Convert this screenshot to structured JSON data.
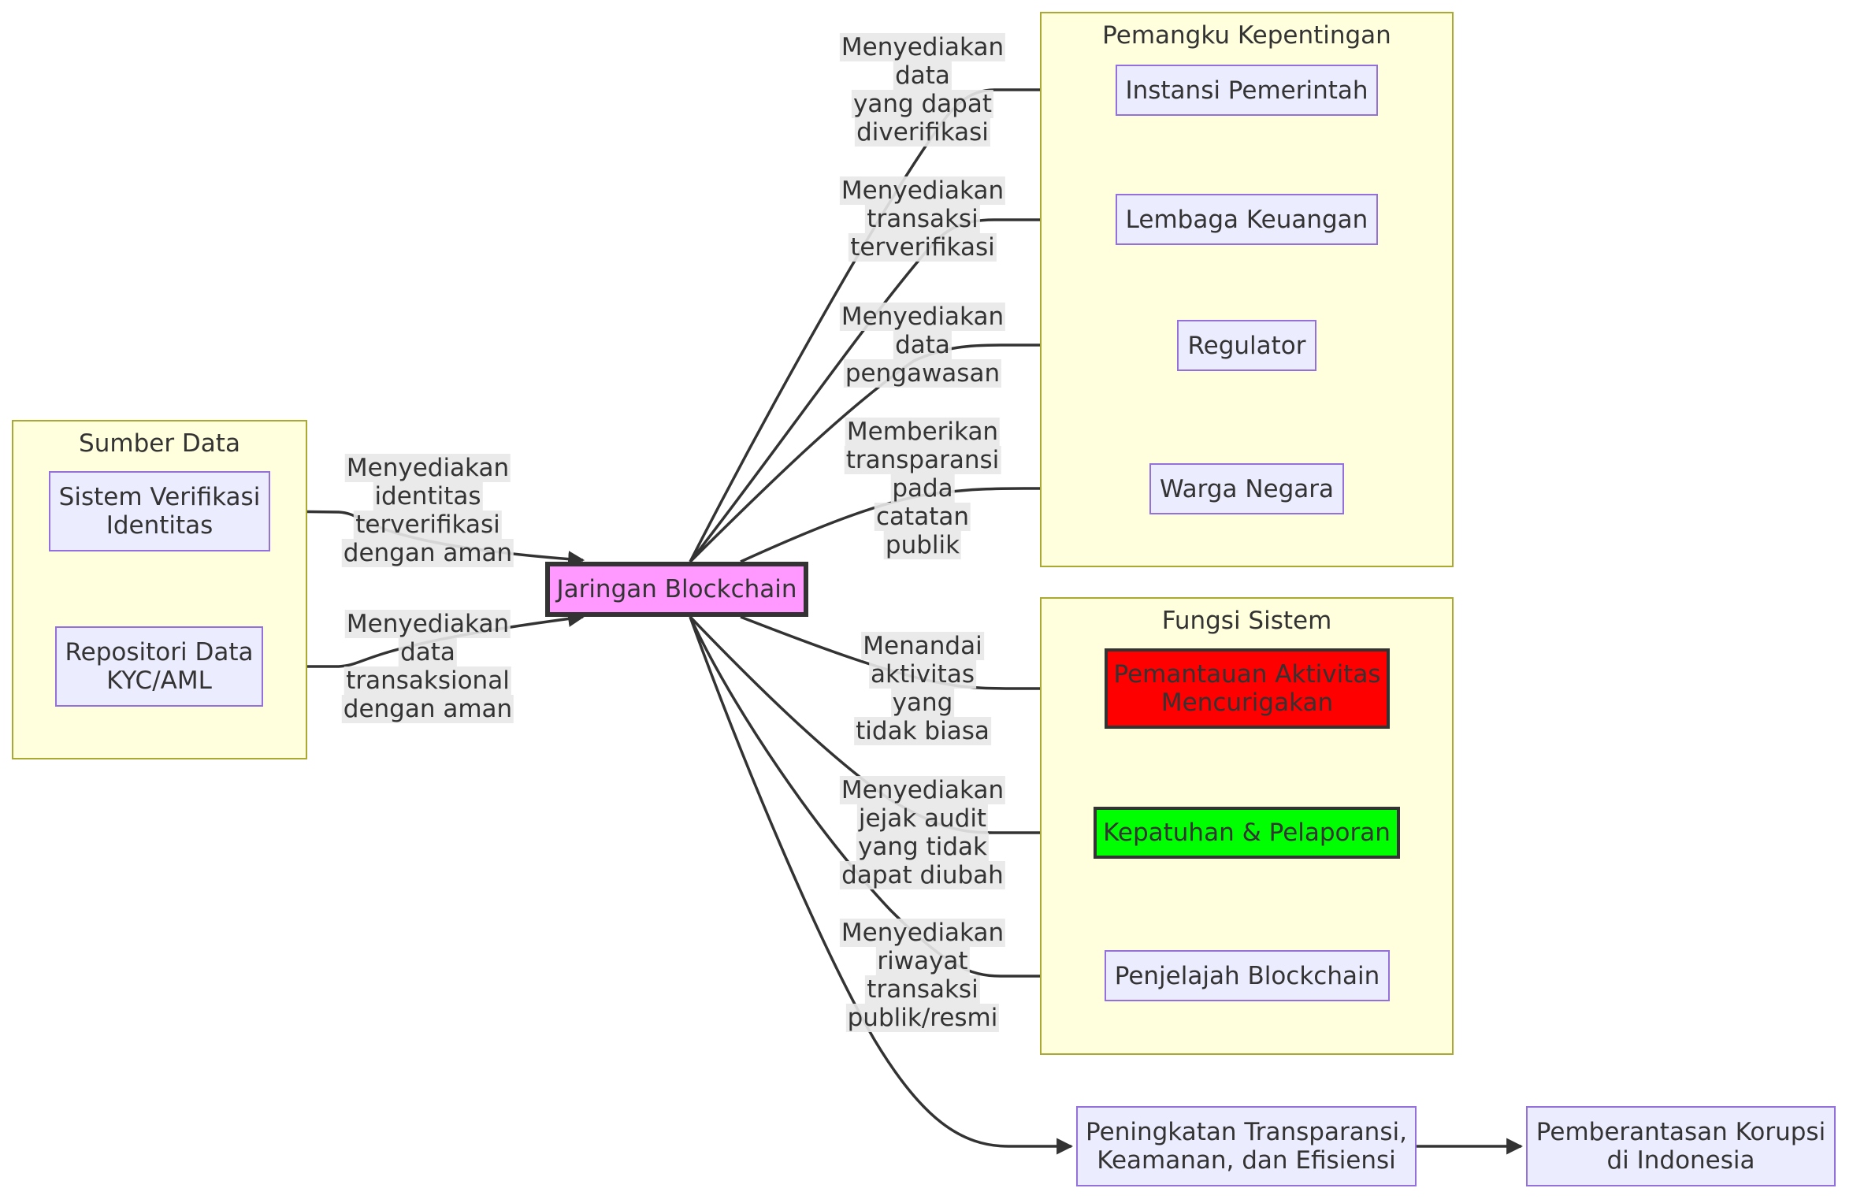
{
  "colors": {
    "cluster_fill": "#ffffde",
    "cluster_border": "#aaaa33",
    "node_fill": "#ececff",
    "node_border": "#9370db",
    "blockchain_fill": "#ff99ff",
    "alert_fill": "#ff0000",
    "compliance_fill": "#00ff00",
    "edge": "#333333",
    "edge_label_bg": "#e8e8e8"
  },
  "clusters": {
    "data_sources": {
      "title": "Sumber Data"
    },
    "stakeholders": {
      "title": "Pemangku Kepentingan"
    },
    "system_functions": {
      "title": "Fungsi Sistem"
    }
  },
  "nodes": {
    "identity_system": "Sistem Verifikasi\nIdentitas",
    "kyc_repository": "Repositori Data\nKYC/AML",
    "blockchain": "Jaringan Blockchain",
    "government": "Instansi Pemerintah",
    "financial_institutions": "Lembaga Keuangan",
    "regulator": "Regulator",
    "citizens": "Warga Negara",
    "suspicious_monitoring": "Pemantauan Aktivitas\nMencurigakan",
    "compliance_reporting": "Kepatuhan & Pelaporan",
    "blockchain_explorer": "Penjelajah Blockchain",
    "outcome": "Peningkatan Transparansi,\nKeamanan, dan Efisiensi",
    "anti_corruption": "Pemberantasan Korupsi\ndi Indonesia"
  },
  "edge_labels": {
    "identity_to_blockchain": [
      "Menyediakan",
      "identitas",
      "terverifikasi",
      "dengan aman"
    ],
    "kyc_to_blockchain": [
      "Menyediakan",
      "data",
      "transaksional",
      "dengan aman"
    ],
    "to_government": [
      "Menyediakan",
      "data",
      "yang dapat",
      "diverifikasi"
    ],
    "to_financial": [
      "Menyediakan",
      "transaksi",
      "terverifikasi"
    ],
    "to_regulator": [
      "Menyediakan",
      "data",
      "pengawasan"
    ],
    "to_citizens": [
      "Memberikan",
      "transparansi",
      "pada",
      "catatan",
      "publik"
    ],
    "to_monitoring": [
      "Menandai",
      "aktivitas",
      "yang",
      "tidak biasa"
    ],
    "to_compliance": [
      "Menyediakan",
      "jejak audit",
      "yang tidak",
      "dapat diubah"
    ],
    "to_explorer": [
      "Menyediakan",
      "riwayat",
      "transaksi",
      "publik/resmi"
    ]
  }
}
